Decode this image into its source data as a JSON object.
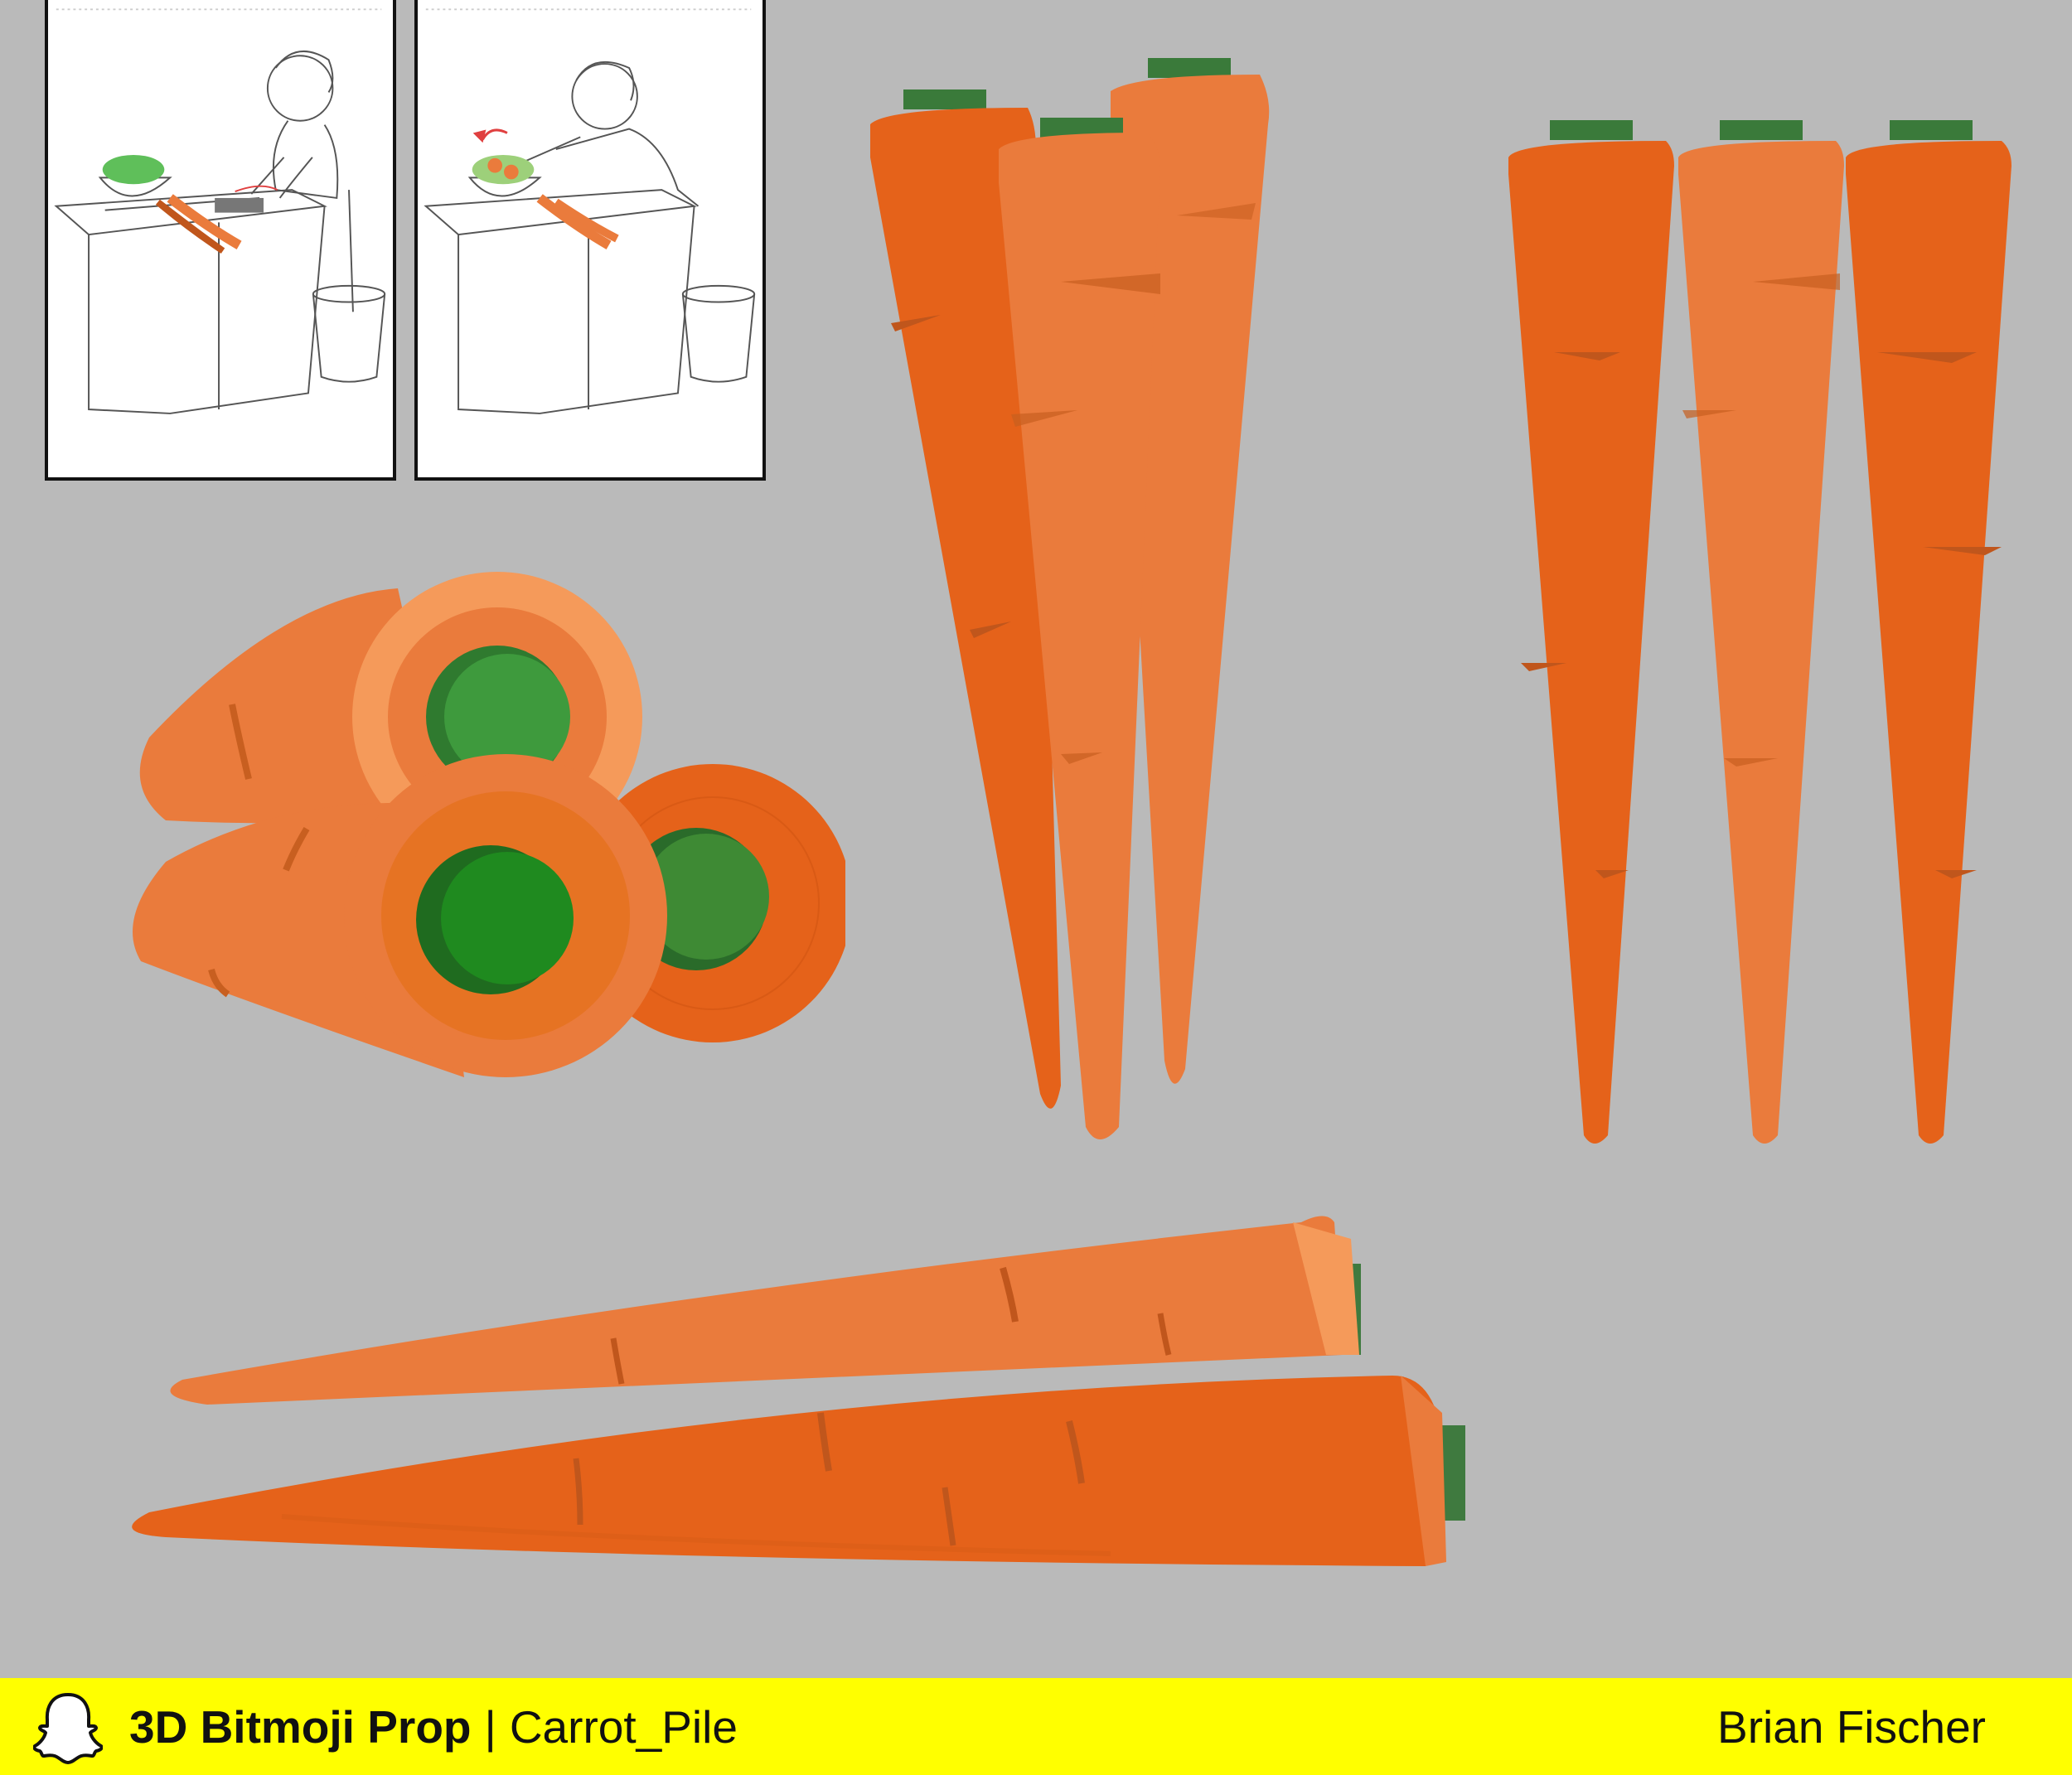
{
  "footer": {
    "brand_icon": "snapchat-ghost-icon",
    "title_bold": "3D Bitmoji Prop",
    "separator": "|",
    "title_name": "Carrot_Pile",
    "author": "Brian Fischer",
    "bar_color": "#ffff00"
  },
  "colors": {
    "background": "#bababa",
    "carrot_dark": "#e5621a",
    "carrot_mid": "#ea7b3c",
    "carrot_light": "#f59a5a",
    "leaf_dark": "#2f6b3a",
    "leaf_green": "#3e9a3d",
    "leaf_bright": "#1f8a1f"
  },
  "icons": {
    "storyboard_chopping": "storyboard-sketch-chopping",
    "storyboard_serving": "storyboard-sketch-serving",
    "carrot_tops": "carrot-top-view-illustration",
    "carrot_bunch_angled": "carrot-bunch-angled-illustration",
    "carrot_bunch_front": "carrot-bunch-front-illustration",
    "carrot_side": "carrot-side-view-illustration"
  }
}
